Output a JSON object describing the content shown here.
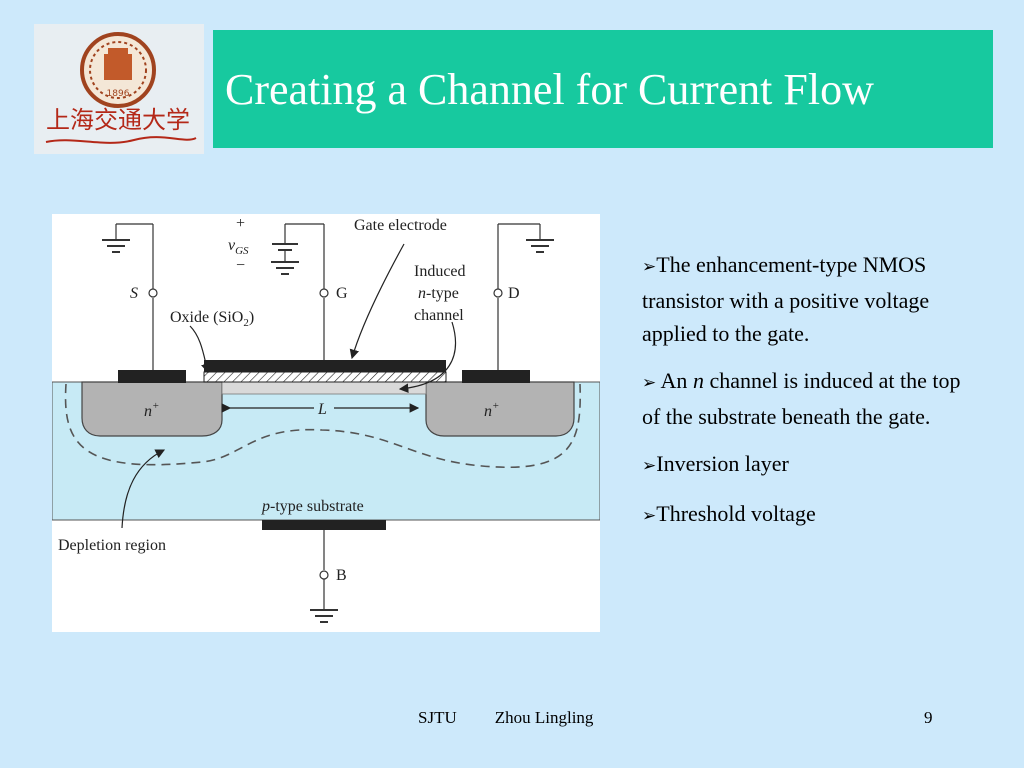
{
  "header": {
    "title": "Creating a Channel for Current Flow",
    "logo_text": "上海交通大学",
    "logo_year": "1896",
    "band_color": "#17c99f"
  },
  "figure": {
    "terminal_source": "S",
    "terminal_gate": "G",
    "terminal_drain": "D",
    "terminal_body": "B",
    "plus": "+",
    "minus": "−",
    "vgs_main": "v",
    "vgs_sub": "GS",
    "gate_electrode": "Gate electrode",
    "induced_line1": "Induced",
    "induced_n": "n",
    "induced_line2_rest": "-type",
    "induced_line3": "channel",
    "oxide_main": "Oxide (SiO",
    "oxide_sub": "2",
    "oxide_close": ")",
    "n_plus": "n",
    "n_plus_sup": "+",
    "length": "L",
    "substrate_p": "p",
    "substrate_rest": "-type substrate",
    "depletion": "Depletion region"
  },
  "bullets": [
    {
      "icon": "arrow-bullet-icon",
      "text": "The enhancement-type NMOS transistor with a positive voltage applied to the gate."
    },
    {
      "icon": "arrow-bullet-icon",
      "pre": " An ",
      "italic": "n",
      "post": " channel is induced at the top of the substrate beneath the gate."
    },
    {
      "icon": "arrow-bullet-icon",
      "text": "Inversion layer"
    },
    {
      "icon": "arrow-bullet-icon",
      "text": "Threshold voltage"
    }
  ],
  "footer": {
    "org": "SJTU",
    "author": "Zhou Lingling",
    "page": "9"
  }
}
